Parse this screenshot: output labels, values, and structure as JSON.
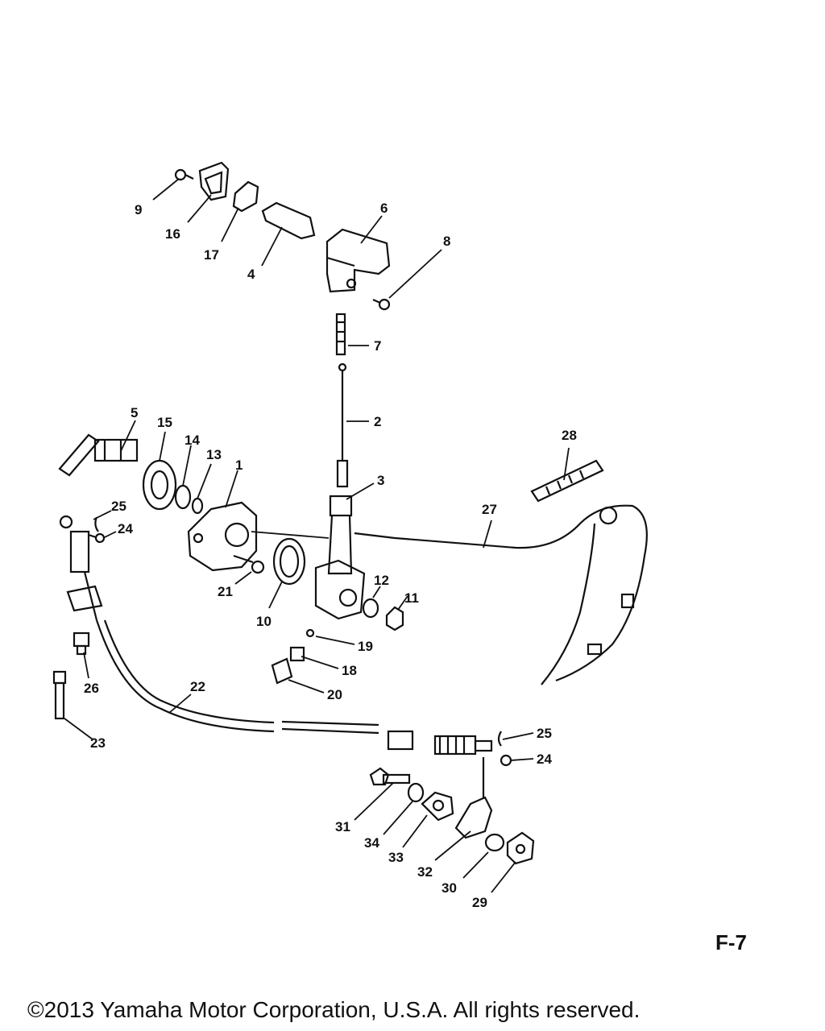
{
  "callouts": {
    "c1": "1",
    "c2": "2",
    "c3": "3",
    "c4": "4",
    "c5": "5",
    "c6": "6",
    "c7": "7",
    "c8": "8",
    "c9": "9",
    "c10": "10",
    "c11": "11",
    "c12": "12",
    "c13": "13",
    "c14": "14",
    "c15": "15",
    "c16": "16",
    "c17": "17",
    "c18": "18",
    "c19": "19",
    "c20": "20",
    "c21": "21",
    "c22": "22",
    "c23": "23",
    "c24a": "24",
    "c24b": "24",
    "c25a": "25",
    "c25b": "25",
    "c26": "26",
    "c27": "27",
    "c28": "28",
    "c29": "29",
    "c30": "30",
    "c31": "31",
    "c32": "32",
    "c33": "33",
    "c34": "34"
  },
  "page_code": "F-7",
  "copyright": "©2013 Yamaha Motor Corporation, U.S.A. All rights reserved."
}
